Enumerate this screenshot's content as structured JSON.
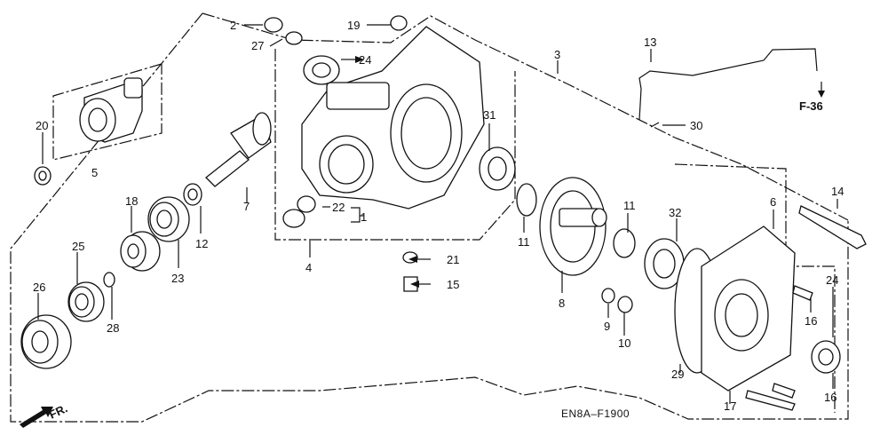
{
  "diagram": {
    "code": "EN8A–F1900",
    "ref": "F-36",
    "direction": "FR.",
    "labels": {
      "p1": "1",
      "p2": "2",
      "p3": "3",
      "p4": "4",
      "p5": "5",
      "p6": "6",
      "p7": "7",
      "p8": "8",
      "p9": "9",
      "p10": "10",
      "p11a": "11",
      "p11b": "11",
      "p12": "12",
      "p13": "13",
      "p14": "14",
      "p15": "15",
      "p16a": "16",
      "p16b": "16",
      "p17": "17",
      "p18": "18",
      "p19": "19",
      "p20": "20",
      "p21": "21",
      "p22": "22",
      "p23": "23",
      "p24a": "24",
      "p24b": "24",
      "p25": "25",
      "p26": "26",
      "p27": "27",
      "p28": "28",
      "p29": "29",
      "p30": "30",
      "p31": "31",
      "p32": "32"
    }
  }
}
